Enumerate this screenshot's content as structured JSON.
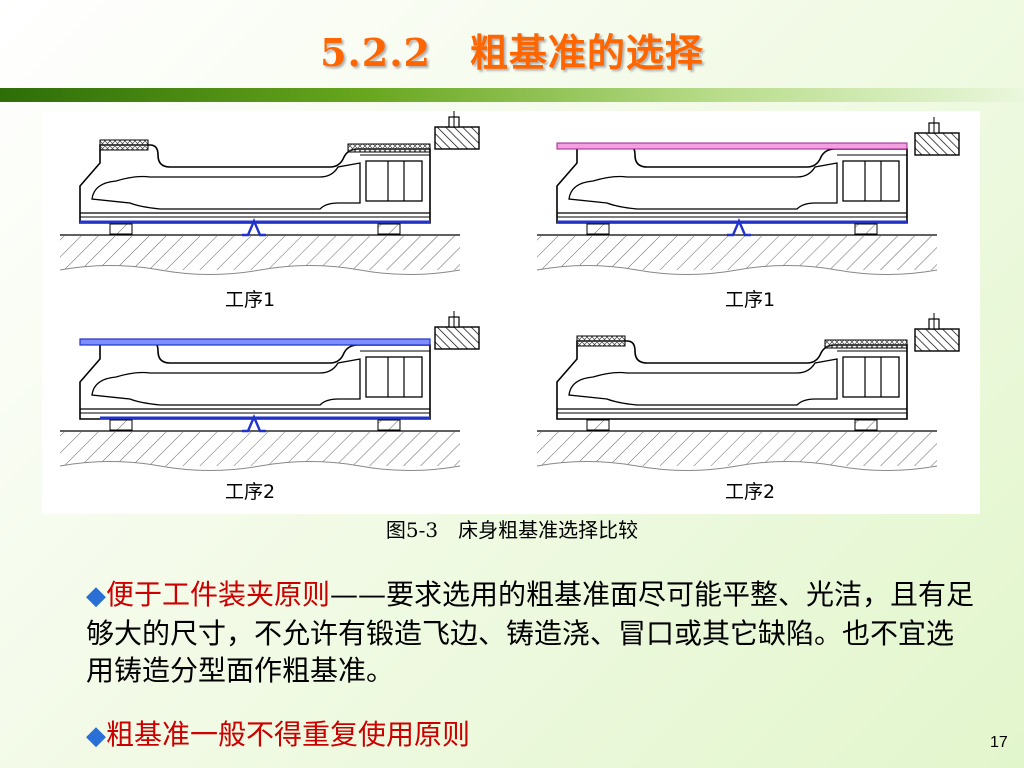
{
  "title": "5.2.2　粗基准的选择",
  "figure": {
    "labels": [
      "工序1",
      "工序1",
      "工序2",
      "工序2"
    ],
    "caption": "图5-3　床身粗基准选择比较"
  },
  "bullets": [
    {
      "marker": "◆",
      "heading": "便于工件装夹原则",
      "dash": "——",
      "text": "要求选用的粗基准面尽可能平整、光洁，且有足够大的尺寸，不允许有锻造飞边、铸造浇、冒口或其它缺陷。也不宜选用铸造分型面作粗基准。"
    },
    {
      "marker": "◆",
      "heading": "粗基准一般不得重复使用原则"
    }
  ],
  "page_number": "17",
  "colors": {
    "title": "#ff6600",
    "bullet_heading": "#cc0000",
    "marker": "#2a6fd6",
    "machined_surface_blue": "#2233cc",
    "machined_surface_pink": "#f2a0e0"
  }
}
